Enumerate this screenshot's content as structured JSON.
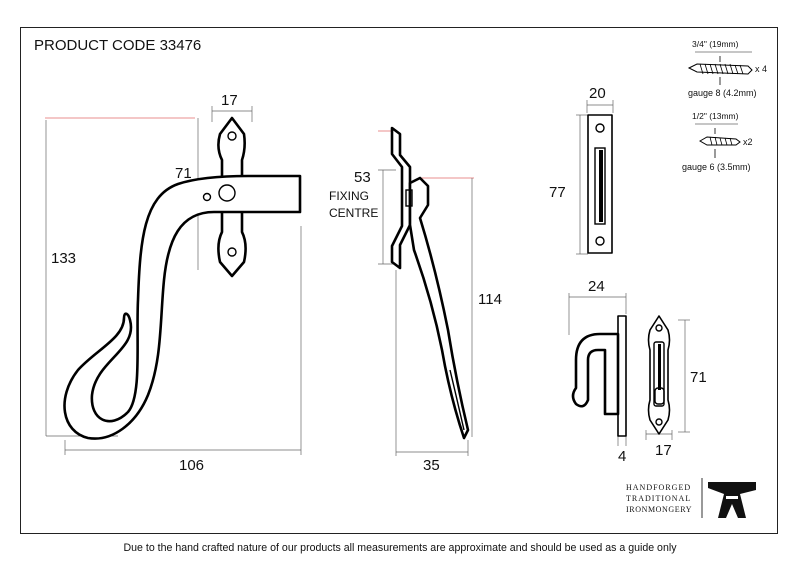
{
  "product_code": "PRODUCT CODE 33476",
  "screws": {
    "large_size": "3/4\" (19mm)",
    "large_qty": "x 4",
    "large_gauge": "gauge 8 (4.2mm)",
    "small_size": "1/2\" (13mm)",
    "small_qty": "x2",
    "small_gauge": "gauge 6 (3.5mm)"
  },
  "dimensions": {
    "handle_plate_width": "17",
    "handle_offset": "71",
    "handle_height": "133",
    "handle_width": "106",
    "fixing_centre_value": "53",
    "fixing_centre_label_1": "FIXING",
    "fixing_centre_label_2": "CENTRE",
    "side_height": "114",
    "side_depth": "35",
    "plate_width": "20",
    "plate_height": "77",
    "catch_width": "24",
    "catch_plate_thickness": "4",
    "catch_plate_height": "71",
    "catch_plate_width": "17"
  },
  "brand": {
    "line1": "HANDFORGED",
    "line2": "TRADITIONAL",
    "line3": "IRONMONGERY"
  },
  "disclaimer": "Due to the hand crafted nature of our products all measurements are approximate and should be used as a guide only"
}
